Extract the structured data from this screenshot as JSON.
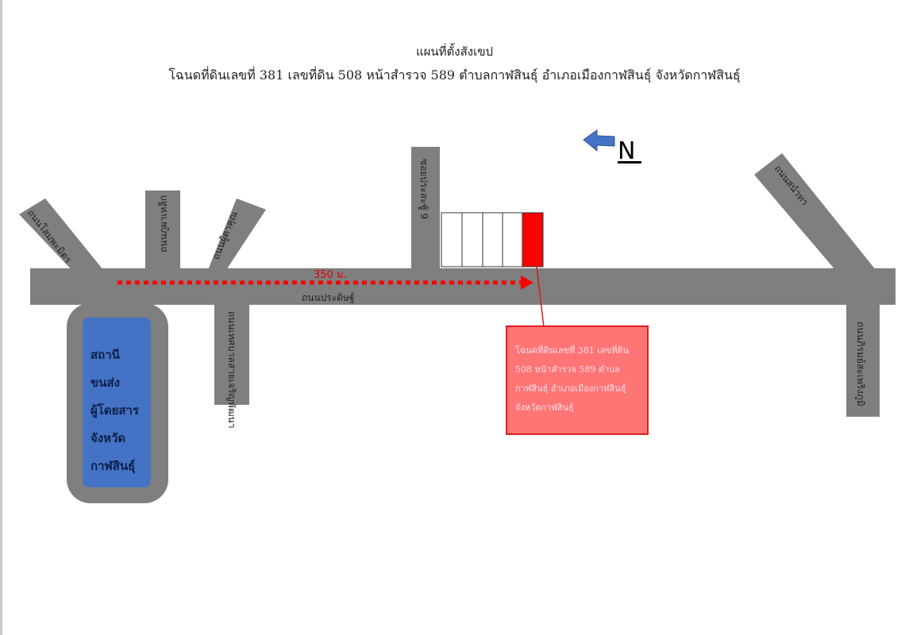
{
  "title": {
    "line1": "แผนที่ตั้งสังเขป",
    "line2": "โฉนดที่ดินเลขที่ 381 เลขที่ดิน 508 หน้าสำรวจ 589 ตำบลกาฬสินธุ์ อำเภอเมืองกาฬสินธุ์ จังหวัดกาฬสินธุ์"
  },
  "north": {
    "label": "N",
    "icon": "arrow-left-icon",
    "color": "#4472c4"
  },
  "roads": {
    "main": "ถนนประดิษฐ์",
    "r1": "ถนนโสมพะมิตร",
    "r2": "ถนนภูผาเหล็ก",
    "r3": "ถนนผู้ตาคุณ",
    "r4": "ถนนเทศบาลสายเจริญพัฒนา",
    "soi": "ซอยประสะชู้ 9",
    "r5": "ถนนสนำทา",
    "r6": "ถนนภิรมย์สะเพริงภูมิ"
  },
  "distance": "350 ม.",
  "station": [
    "สถานี",
    "ขนส่ง",
    "ผู้โดยสาร",
    "จังหวัด",
    "กาฬสินธุ์"
  ],
  "plot_label": "โฉนดที่ดินเลขที่ 381 เลขที่ดิน 508 หน้าสำรวจ 589 ตำบลกาฬสินธุ์ อำเภอเมืองกาฬสินธุ์ จังหวัดกาฬสินธุ์",
  "colors": {
    "road": "#7f7f7f",
    "route": "#ff0000",
    "plot": "#ff0000",
    "label_box": "#ff7575"
  }
}
